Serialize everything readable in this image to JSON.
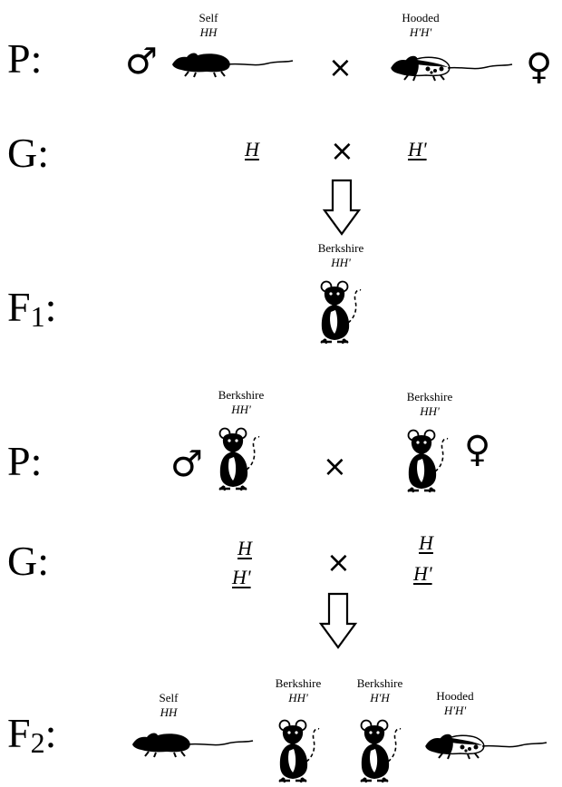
{
  "cross1": {
    "p_label": "P:",
    "g_label": "G:",
    "f1_label_main": "F",
    "f1_label_sub": "1",
    "f1_label_colon": ":",
    "male_symbol": "♂",
    "female_symbol": "♀",
    "cross_symbol": "×",
    "male_parent": {
      "name": "Self",
      "genotype": "HH"
    },
    "female_parent": {
      "name": "Hooded",
      "genotype": "H'H'"
    },
    "gamete_male": "H",
    "gamete_female": "H'",
    "offspring": {
      "name": "Berkshire",
      "genotype": "HH'"
    }
  },
  "cross2": {
    "p_label": "P:",
    "g_label": "G:",
    "f2_label_main": "F",
    "f2_label_sub": "2",
    "f2_label_colon": ":",
    "male_symbol": "♂",
    "female_symbol": "♀",
    "cross_symbol": "×",
    "male_parent": {
      "name": "Berkshire",
      "genotype": "HH'"
    },
    "female_parent": {
      "name": "Berkshire",
      "genotype": "HH'"
    },
    "gametes_male": [
      "H",
      "H'"
    ],
    "gametes_female": [
      "H",
      "H'"
    ],
    "offspring": [
      {
        "name": "Self",
        "genotype": "HH"
      },
      {
        "name": "Berkshire",
        "genotype": "HH'"
      },
      {
        "name": "Berkshire",
        "genotype": "H'H"
      },
      {
        "name": "Hooded",
        "genotype": "H'H'"
      }
    ]
  }
}
